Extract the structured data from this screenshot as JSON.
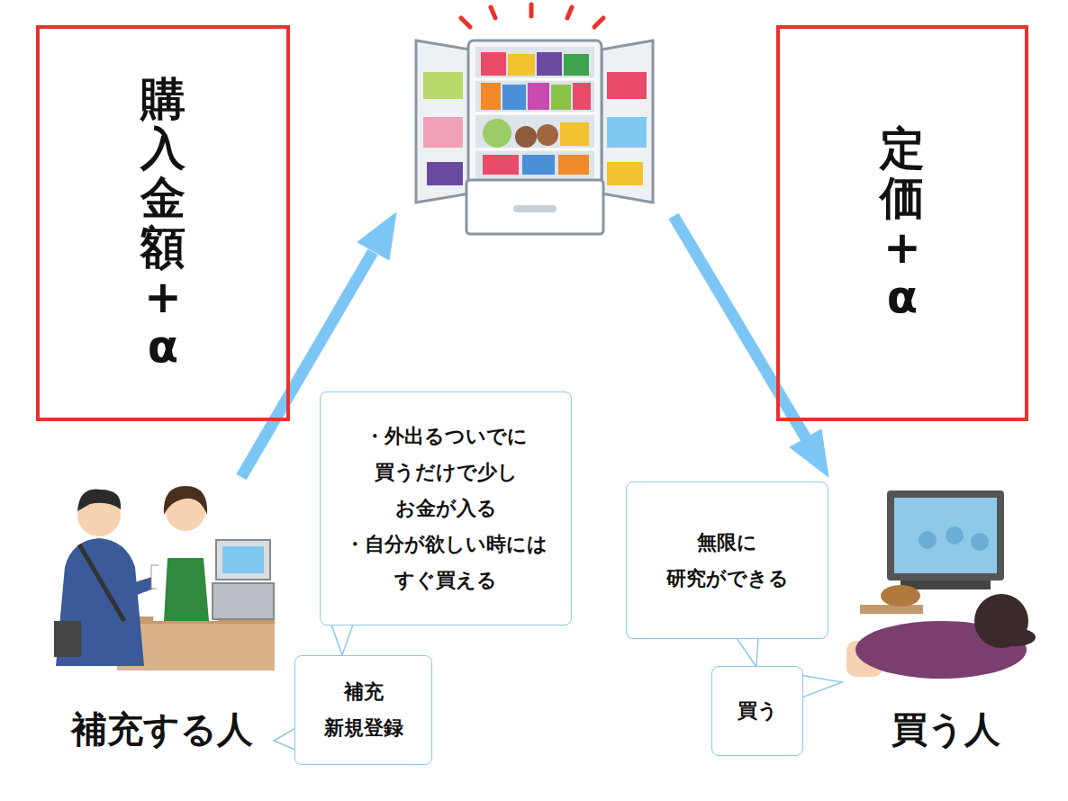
{
  "diagram": {
    "nodes": [
      {
        "text": [
          "購入金額+α"
        ]
      },
      {
        "text": [
          "定価+α"
        ]
      },
      {
        "text": [
          "・外出るついでに 買うだけで少し お金が入る",
          "・自分が欲しい時には すぐ買える"
        ]
      },
      {
        "text": [
          "無限に 研究ができる"
        ]
      },
      {
        "text": [
          "補充 新規登録"
        ]
      },
      {
        "text": [
          "買う"
        ]
      }
    ],
    "labels": [
      "補充する人",
      "買う人"
    ]
  }
}
